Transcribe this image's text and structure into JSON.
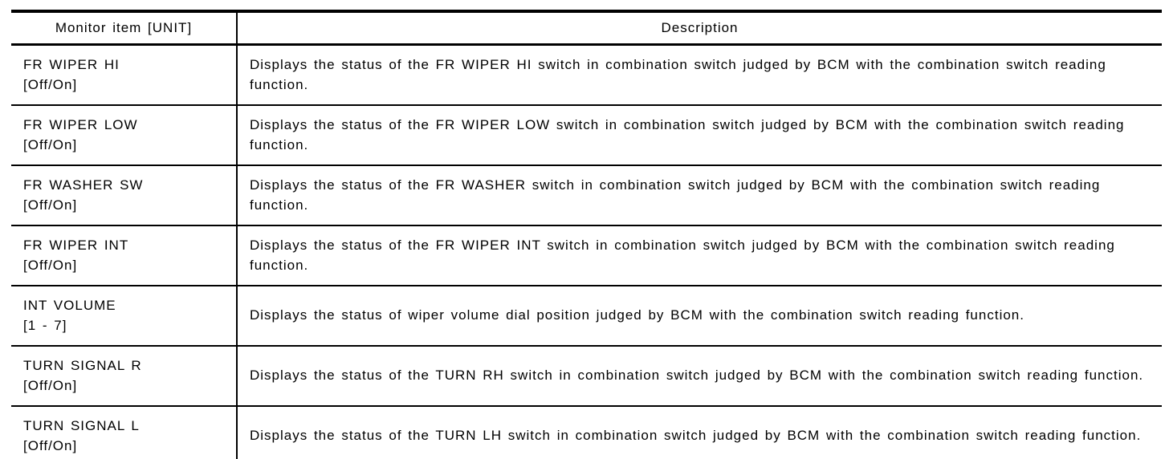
{
  "page": {
    "background": "#ffffff",
    "text_color": "#000000",
    "border_color": "#000000"
  },
  "table": {
    "columns": [
      {
        "label": "Monitor item [UNIT]"
      },
      {
        "label": "Description"
      }
    ],
    "rows": [
      {
        "item": "FR WIPER HI",
        "unit": "[Off/On]",
        "description": "Displays the status of the FR WIPER HI switch in combination switch judged by BCM with the combination switch reading function."
      },
      {
        "item": "FR WIPER LOW",
        "unit": "[Off/On]",
        "description": "Displays the status of the FR WIPER LOW switch in combination switch judged by BCM with the combination switch reading function."
      },
      {
        "item": "FR WASHER SW",
        "unit": "[Off/On]",
        "description": "Displays the status of the FR WASHER switch in combination switch judged by BCM with the combination switch reading function."
      },
      {
        "item": "FR WIPER INT",
        "unit": "[Off/On]",
        "description": "Displays the status of the FR WIPER INT switch in combination switch judged by BCM with the combination switch reading function."
      },
      {
        "item": "INT VOLUME",
        "unit": "[1 - 7]",
        "description": "Displays the status of wiper volume dial position judged by BCM with the combination switch reading function."
      },
      {
        "item": "TURN SIGNAL R",
        "unit": "[Off/On]",
        "description": "Displays the status of the TURN RH switch in combination switch judged by BCM with the combination switch reading function."
      },
      {
        "item": "TURN SIGNAL L",
        "unit": "[Off/On]",
        "description": "Displays the status of the TURN LH switch in combination switch judged by BCM with the combination switch reading function."
      }
    ]
  }
}
